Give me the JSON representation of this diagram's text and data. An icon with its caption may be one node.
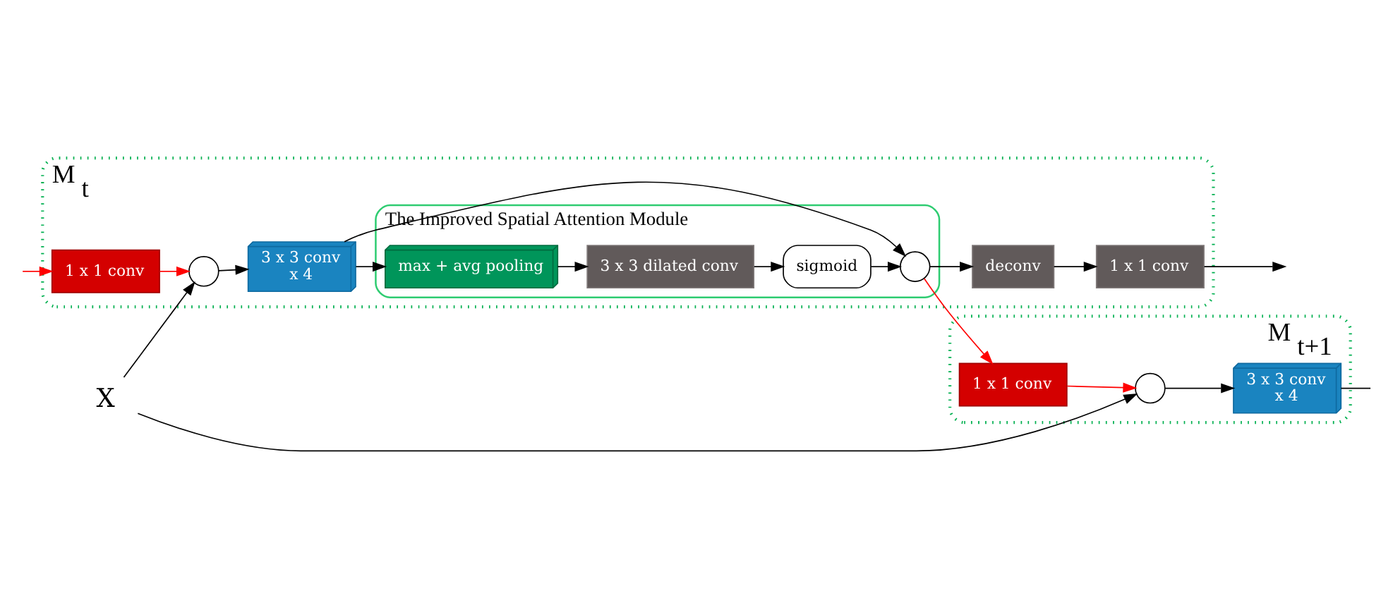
{
  "diagram": {
    "nodes": [
      {
        "text": [
          "M$_{t}$"
        ]
      },
      {
        "text": [
          "1 x 1 conv"
        ],
        "in": 0
      },
      {
        "text": [],
        "shape": "circle",
        "in": 0
      },
      {
        "text": [
          "3 x 3 conv",
          "x 4"
        ],
        "in": 0
      },
      {
        "text": [
          "The Improved Spatial Attention Module"
        ],
        "in": 0
      },
      {
        "text": [
          "max + avg pooling"
        ],
        "in": 4
      },
      {
        "text": [
          "3 x 3 dilated conv"
        ],
        "in": 4
      },
      {
        "text": [
          "sigmoid"
        ],
        "in": 4
      },
      {
        "text": [],
        "shape": "circle",
        "in": 4
      },
      {
        "text": [
          "deconv"
        ],
        "in": 0
      },
      {
        "text": [
          "1 x 1 conv"
        ],
        "in": 0
      },
      {
        "text": [
          "M$_{t+1}$"
        ]
      },
      {
        "text": [
          "1 x 1 conv"
        ],
        "in": 11
      },
      {
        "text": [],
        "shape": "circle",
        "in": 11
      },
      {
        "text": [
          "3 x 3 conv",
          "x 4"
        ],
        "in": 11
      },
      {
        "text": [
          "X"
        ]
      }
    ],
    "edges": [
      {
        "from": null,
        "to": 1,
        "arrow": "to",
        "color": "#ff0000"
      },
      {
        "from": 1,
        "to": 2,
        "arrow": "to",
        "color": "#ff0000"
      },
      {
        "from": 15,
        "to": 2,
        "arrow": "to"
      },
      {
        "from": 2,
        "to": 3,
        "arrow": "to"
      },
      {
        "from": 3,
        "to": 5,
        "arrow": "to"
      },
      {
        "from": 3,
        "to": 8,
        "arrow": "to"
      },
      {
        "from": 5,
        "to": 6,
        "arrow": "to"
      },
      {
        "from": 6,
        "to": 7,
        "arrow": "to"
      },
      {
        "from": 7,
        "to": 8,
        "arrow": "to"
      },
      {
        "from": 8,
        "to": 9,
        "arrow": "to"
      },
      {
        "from": 8,
        "to": 12,
        "arrow": "to",
        "color": "#ff0000"
      },
      {
        "from": 9,
        "to": 10,
        "arrow": "to"
      },
      {
        "from": 10,
        "to": null,
        "arrow": "to"
      },
      {
        "from": 15,
        "to": 13,
        "arrow": "to"
      },
      {
        "from": 12,
        "to": 13,
        "arrow": "to",
        "color": "#ff0000"
      },
      {
        "from": 13,
        "to": 14,
        "arrow": "to"
      },
      {
        "from": 14,
        "to": null,
        "arrow": "none"
      }
    ]
  }
}
